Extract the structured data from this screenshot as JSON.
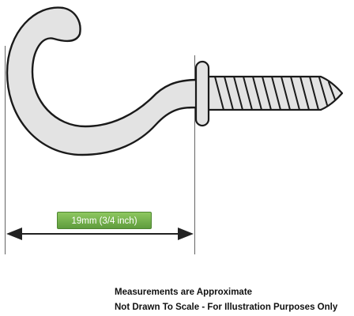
{
  "dimension_label": "19mm (3/4 inch)",
  "notes": {
    "line1": "Measurements are Approximate",
    "line2": "Not Drawn To Scale - For Illustration Purposes Only"
  },
  "colors": {
    "hook_fill": "#e3e3e3",
    "outline": "#1a1a1a",
    "dimension_arrow": "#222222",
    "badge_green": "#6fae47"
  },
  "icons": {
    "hook": "screw-hook-icon",
    "arrow": "double-arrow-icon"
  }
}
